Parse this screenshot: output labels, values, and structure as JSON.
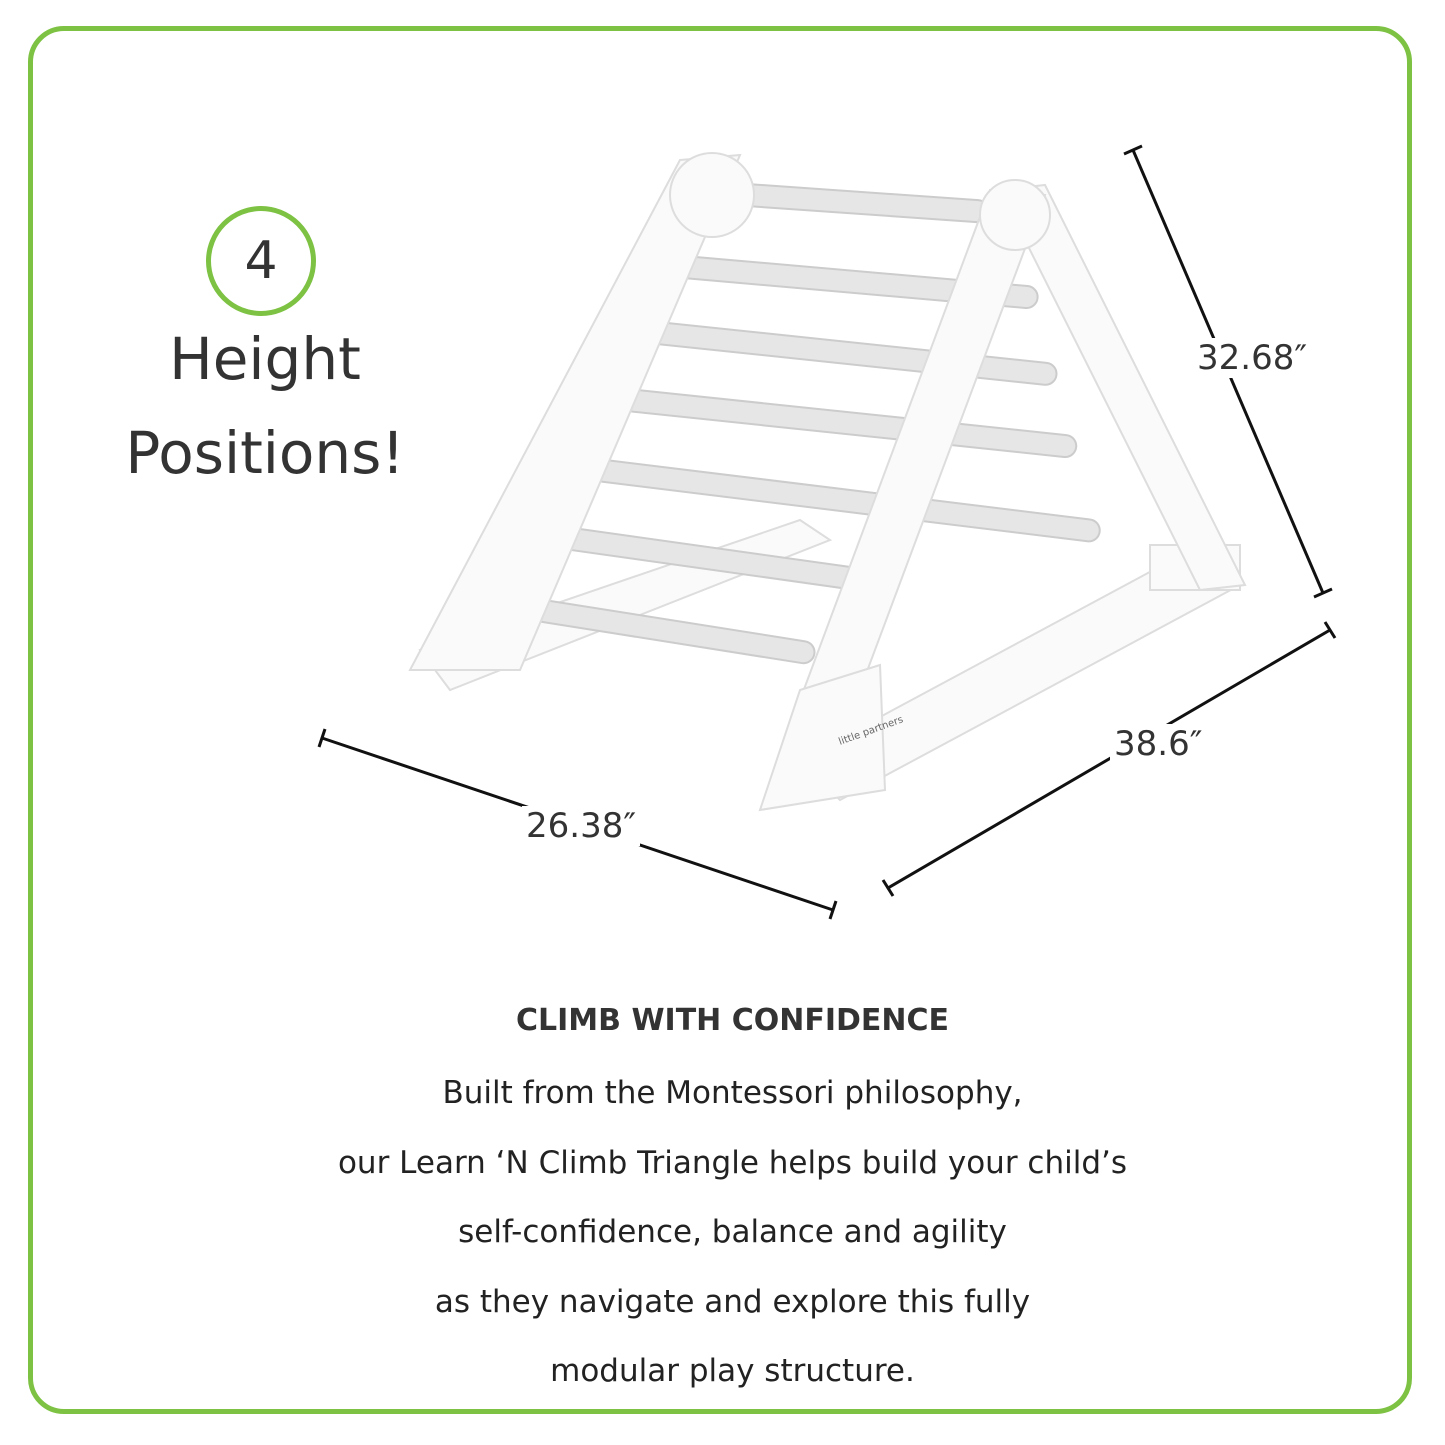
{
  "badge": {
    "number": "4",
    "line1": "Height",
    "line2": "Positions!"
  },
  "dimensions": {
    "height": "32.68″",
    "length": "38.6″",
    "width": "26.38″"
  },
  "brand_logo": "little partners",
  "description": {
    "heading": "CLIMB WITH CONFIDENCE",
    "lines": [
      "Built from the Montessori philosophy,",
      "our Learn ‘N Climb Triangle helps build your child’s",
      "self-confidence, balance and agility",
      "as they navigate and  explore this fully",
      "modular play structure."
    ]
  },
  "colors": {
    "border": "#7dc242",
    "text": "#333333"
  }
}
